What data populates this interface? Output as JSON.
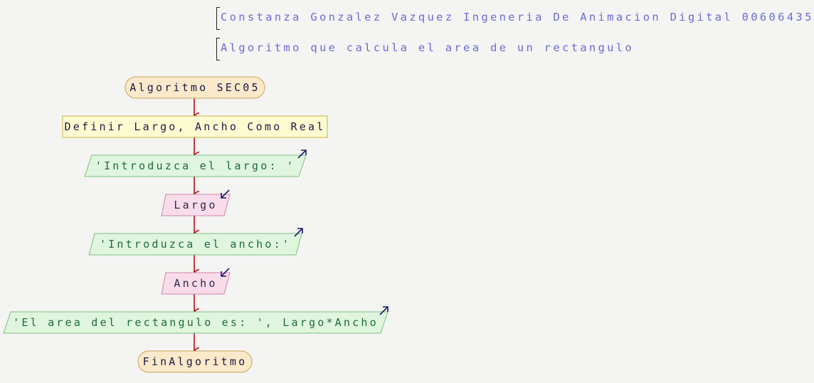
{
  "comments": [
    "Constanza Gonzalez Vazquez Ingeneria De Animacion Digital 00606435",
    "Algoritmo que calcula el area de un rectangulo"
  ],
  "flow": {
    "start": "Algoritmo SEC05",
    "define": "Definir Largo, Ancho Como Real",
    "write1": "'Introduzca el largo: '",
    "read1": "Largo",
    "write2": "'Introduzca el ancho:'",
    "read2": "Ancho",
    "write3": "'El area del rectangulo es: ', Largo*Ancho",
    "end": "FinAlgoritmo"
  },
  "colors": {
    "terminal_fill": "#fbe9c9",
    "terminal_stroke": "#c9a35b",
    "process_fill": "#fdfbd0",
    "process_stroke": "#c8b54a",
    "output_fill": "#dff5de",
    "output_stroke": "#7bbf82",
    "input_fill": "#f9dcea",
    "input_stroke": "#d184a8",
    "arrow": "#b00000",
    "io_arrow": "#1a1a6a",
    "comment_text": "#6b6bd8"
  }
}
